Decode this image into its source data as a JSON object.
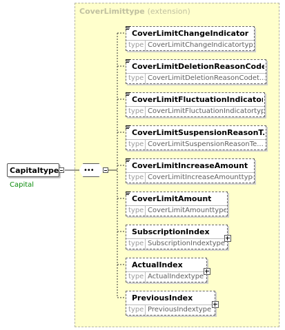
{
  "extension": {
    "title": "CoverLimittype",
    "kind": "(extension)"
  },
  "root": {
    "name": "Capitaltype",
    "subtitle": "Capital"
  },
  "sequence": {
    "symbol": "•••"
  },
  "type_label": "type",
  "elements": [
    {
      "name": "CoverLimitChangeIndicator",
      "type": "CoverLimitChangeIndicatortype",
      "expandable": false
    },
    {
      "name": "CoverLimitDeletionReasonCode",
      "type": "CoverLimitDeletionReasonCodet...",
      "expandable": false
    },
    {
      "name": "CoverLimitFluctuationIndicator",
      "type": "CoverLimitFluctuationIndicatortype",
      "expandable": false
    },
    {
      "name": "CoverLimitSuspensionReasonT...",
      "type": "CoverLimitSuspensionReasonTe...",
      "expandable": false
    },
    {
      "name": "CoverLimitIncreaseAmount",
      "type": "CoverLimitIncreaseAmounttype",
      "expandable": false
    },
    {
      "name": "CoverLimitAmount",
      "type": "CoverLimitAmounttype",
      "expandable": false
    },
    {
      "name": "SubscriptionIndex",
      "type": "SubscriptionIndextype",
      "expandable": true
    },
    {
      "name": "ActualIndex",
      "type": "ActualIndextype",
      "expandable": true
    },
    {
      "name": "PreviousIndex",
      "type": "PreviousIndextype",
      "expandable": true
    }
  ]
}
